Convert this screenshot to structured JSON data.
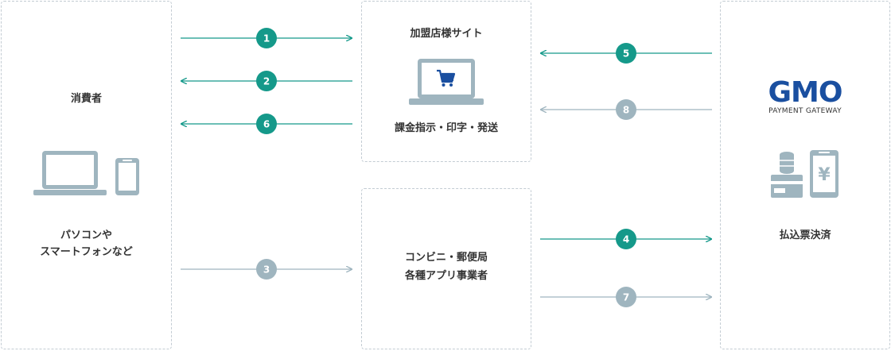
{
  "consumer": {
    "title": "消費者",
    "device_line1": "パソコンや",
    "device_line2": "スマートフォンなど"
  },
  "merchant": {
    "title": "加盟店様サイト",
    "desc": "課金指示・印字・発送"
  },
  "convenience": {
    "line1": "コンビニ・郵便局",
    "line2": "各種アプリ事業者"
  },
  "gmo": {
    "logo": "GMO",
    "logo_sub": "PAYMENT GATEWAY",
    "title": "払込票決済",
    "yen": "¥"
  },
  "steps": [
    {
      "num": "1",
      "color": "#15998a"
    },
    {
      "num": "2",
      "color": "#15998a"
    },
    {
      "num": "3",
      "color": "#9fb5bf"
    },
    {
      "num": "4",
      "color": "#15998a"
    },
    {
      "num": "5",
      "color": "#15998a"
    },
    {
      "num": "6",
      "color": "#15998a"
    },
    {
      "num": "7",
      "color": "#9fb5bf"
    },
    {
      "num": "8",
      "color": "#9fb5bf"
    }
  ],
  "colors": {
    "primary": "#15998a",
    "secondary": "#9fb5bf",
    "device": "#9fb5bf",
    "brand": "#1a4fa0"
  }
}
